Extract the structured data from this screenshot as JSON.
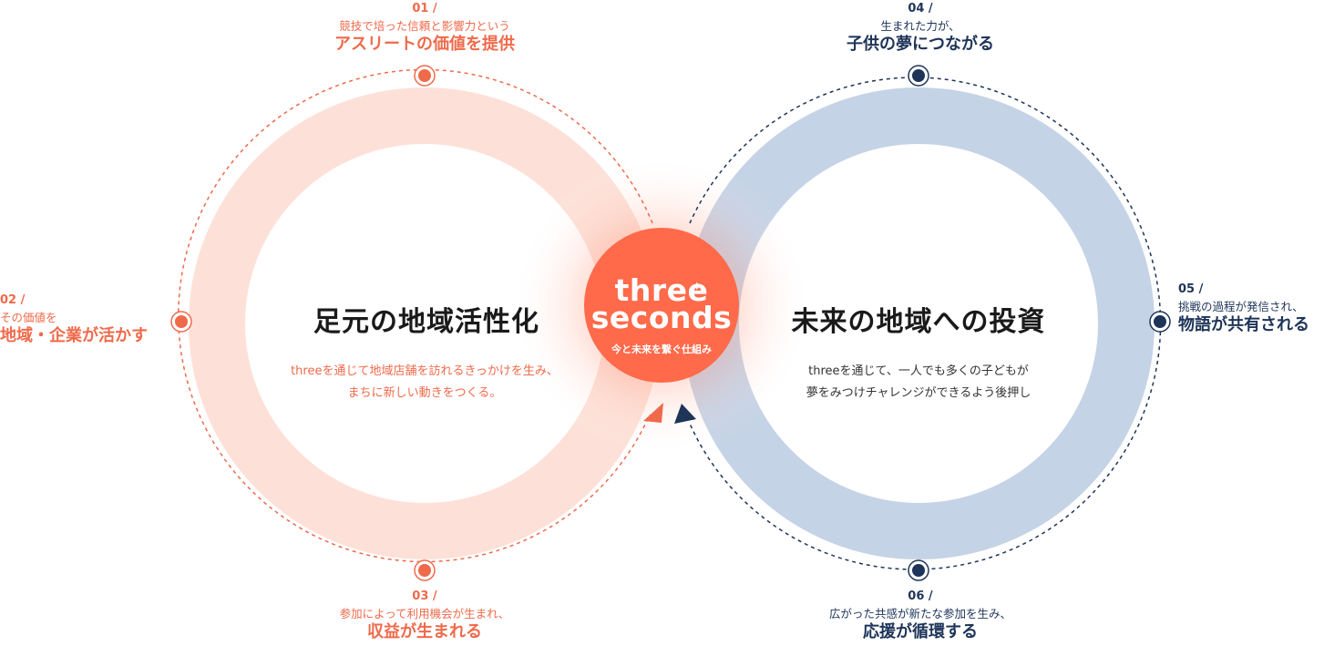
{
  "left_circle": {
    "title": "足元の地域活性化",
    "desc": [
      "threeを通じて地域店舗を訪れるきっかけを生み、",
      "まちに新しい動きをつくる。"
    ]
  },
  "right_circle": {
    "title": "未来の地域への投資",
    "desc": [
      "threeを通じて、一人でも多くの子どもが",
      "夢をみつけチャレンジができるよう後押し"
    ]
  },
  "logo": {
    "word1": "three",
    "word2": "seconds",
    "tagline": "今と未来を繋ぐ仕組み"
  },
  "steps": [
    {
      "num": "01 /",
      "sub": "競技で培った信頼と影響力という",
      "main": "アスリートの価値を提供"
    },
    {
      "num": "02 /",
      "sub": "その価値を",
      "main": "地域・企業が活かす"
    },
    {
      "num": "03 /",
      "sub": "参加によって利用機会が生まれ、",
      "main": "収益が生まれる"
    },
    {
      "num": "04 /",
      "sub": "生まれた力が、",
      "main": "子供の夢につながる"
    },
    {
      "num": "05 /",
      "sub": "挑戦の過程が発信され、",
      "main": "物語が共有される"
    },
    {
      "num": "06 /",
      "sub": "広がった共感が新たな参加を生み、",
      "main": "応援が循環する"
    }
  ],
  "colors": {
    "orange": "#ef6a4b",
    "orange_light": "#fde1d8",
    "navy": "#1e3458",
    "blue_light": "#c5d3e6",
    "logo_bg": "#ff6a4a"
  },
  "icons": {
    "logo_mark": "star-icon",
    "arrows": "triangle-arrow-icon",
    "nodes": "circle-node-icon"
  }
}
